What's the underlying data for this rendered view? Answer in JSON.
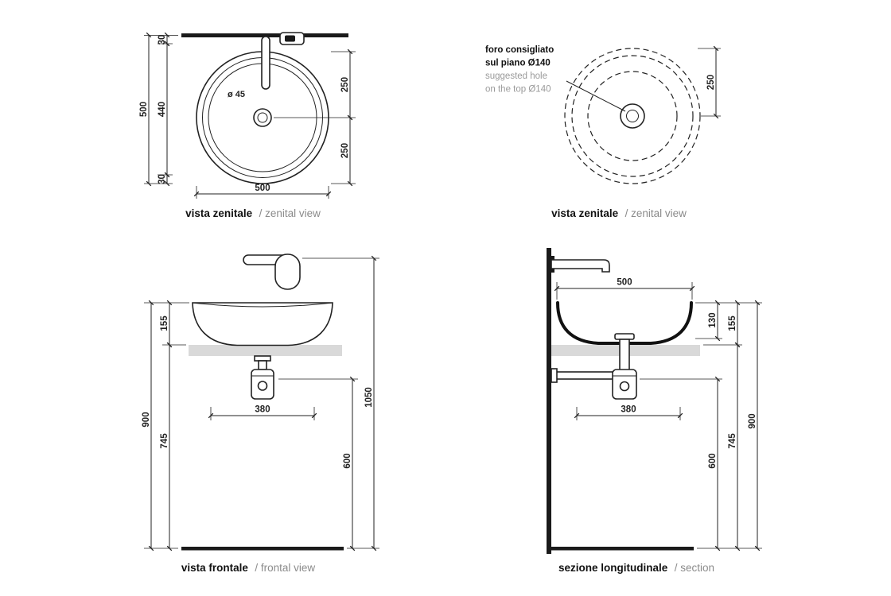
{
  "colors": {
    "line": "#222222",
    "counter_fill": "#d9d9d9",
    "muted_text": "#8b8b8b"
  },
  "views": {
    "zenital_left": {
      "caption_bold": "vista zenitale",
      "caption_rest": "/ zenital view",
      "dim_500_left": "500",
      "dim_30_top": "30",
      "dim_440": "440",
      "dim_30_bottom": "30",
      "dim_250_top": "250",
      "dim_250_bottom": "250",
      "dim_500_bottom": "500",
      "drain_label": "ø 45"
    },
    "zenital_right": {
      "caption_bold": "vista zenitale",
      "caption_rest": "/ zenital view",
      "dim_250": "250",
      "note_it_1": "foro consigliato",
      "note_it_2": "sul piano Ø140",
      "note_en_1": "suggested hole",
      "note_en_2": "on the top Ø140"
    },
    "frontal": {
      "caption_bold": "vista frontale",
      "caption_rest": "/ frontal view",
      "dim_155": "155",
      "dim_900": "900",
      "dim_745": "745",
      "dim_380": "380",
      "dim_1050": "1050",
      "dim_600": "600"
    },
    "section": {
      "caption_bold": "sezione longitudinale",
      "caption_rest": "/ section",
      "dim_500": "500",
      "dim_130": "130",
      "dim_155": "155",
      "dim_380": "380",
      "dim_745": "745",
      "dim_900": "900",
      "dim_600": "600"
    }
  }
}
